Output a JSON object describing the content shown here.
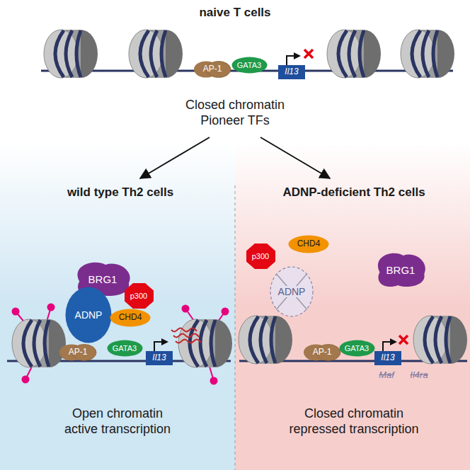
{
  "diagram": {
    "nodes": [
      {
        "text": [
          "AP-1"
        ]
      },
      {
        "text": [
          "GATA3"
        ]
      },
      {
        "text": [
          "Il13"
        ]
      },
      {
        "text": [
          "BRG1"
        ]
      },
      {
        "text": [
          "ADNP"
        ]
      },
      {
        "text": [
          "p300"
        ]
      },
      {
        "text": [
          "CHD4"
        ]
      },
      {
        "text": [
          "AP-1"
        ]
      },
      {
        "text": [
          "GATA3"
        ]
      },
      {
        "text": [
          "Il13"
        ]
      },
      {
        "text": [
          "p300"
        ]
      },
      {
        "text": [
          "CHD4"
        ]
      },
      {
        "text": [
          "ADNP"
        ]
      },
      {
        "text": [
          "BRG1"
        ]
      },
      {
        "text": [
          "AP-1"
        ]
      },
      {
        "text": [
          "GATA3"
        ]
      },
      {
        "text": [
          "Il13"
        ]
      }
    ],
    "labels": [
      "naive T cells",
      "Closed chromatin Pioneer TFs",
      "wild type Th2 cells",
      "Open chromatin active transcription",
      "ADNP-deficient Th2 cells",
      "Closed chromatin repressed transcription",
      "Maf",
      "Il4ra"
    ]
  }
}
